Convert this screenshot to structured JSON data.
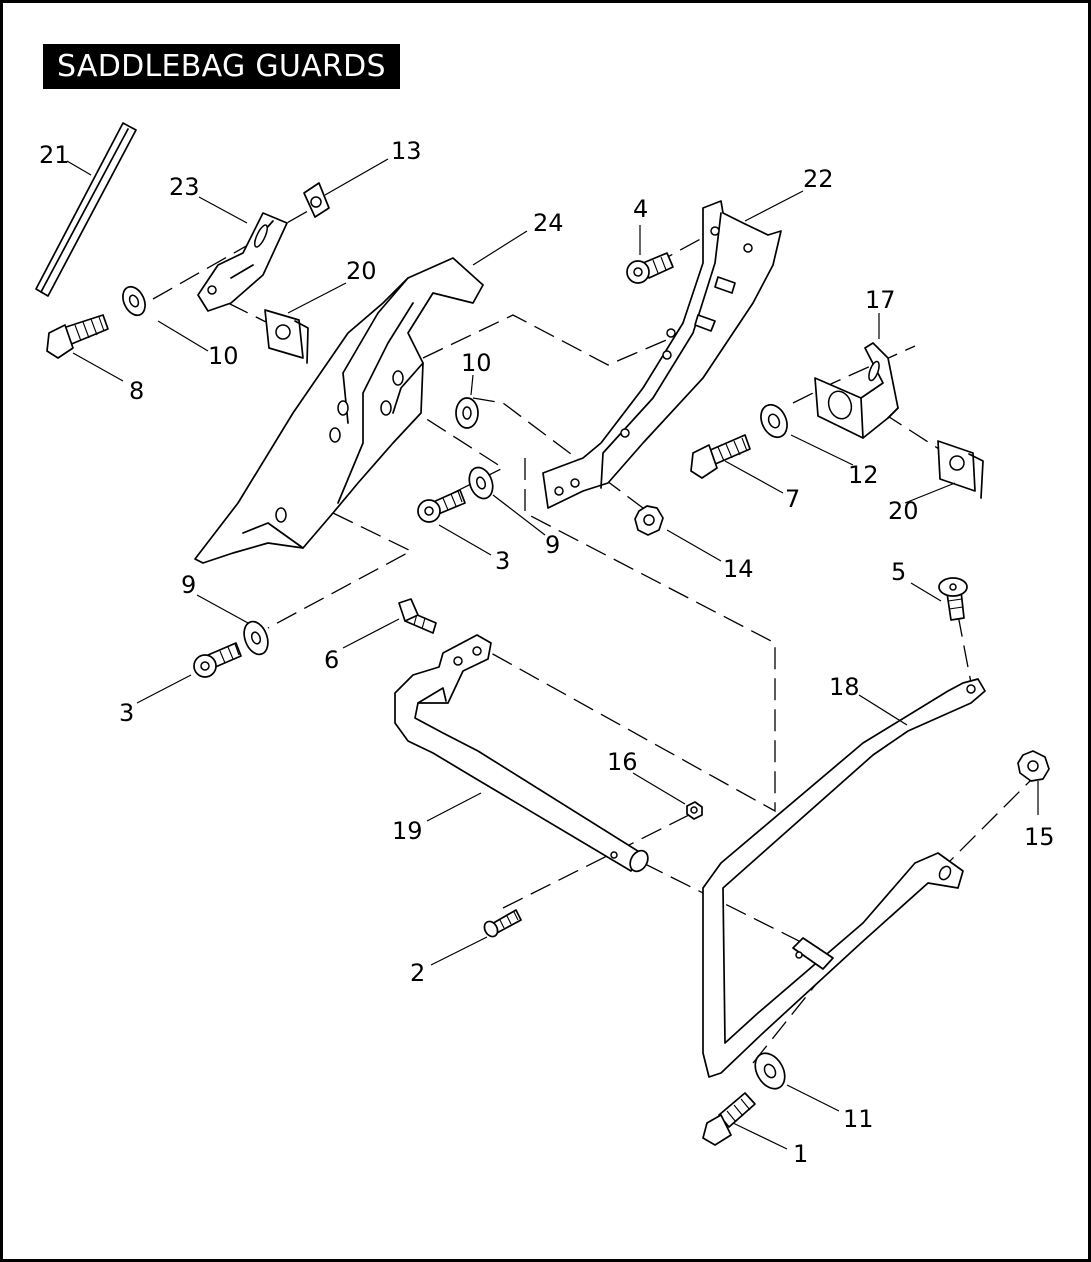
{
  "title": "SADDLEBAG GUARDS",
  "callouts": [
    "21",
    "23",
    "13",
    "22",
    "4",
    "24",
    "20",
    "10",
    "8",
    "17",
    "10",
    "12",
    "7",
    "20",
    "9",
    "3",
    "9",
    "14",
    "3",
    "6",
    "5",
    "18",
    "16",
    "19",
    "15",
    "2",
    "11",
    "1"
  ],
  "colors": {
    "ink": "#000000",
    "paper": "#ffffff"
  }
}
